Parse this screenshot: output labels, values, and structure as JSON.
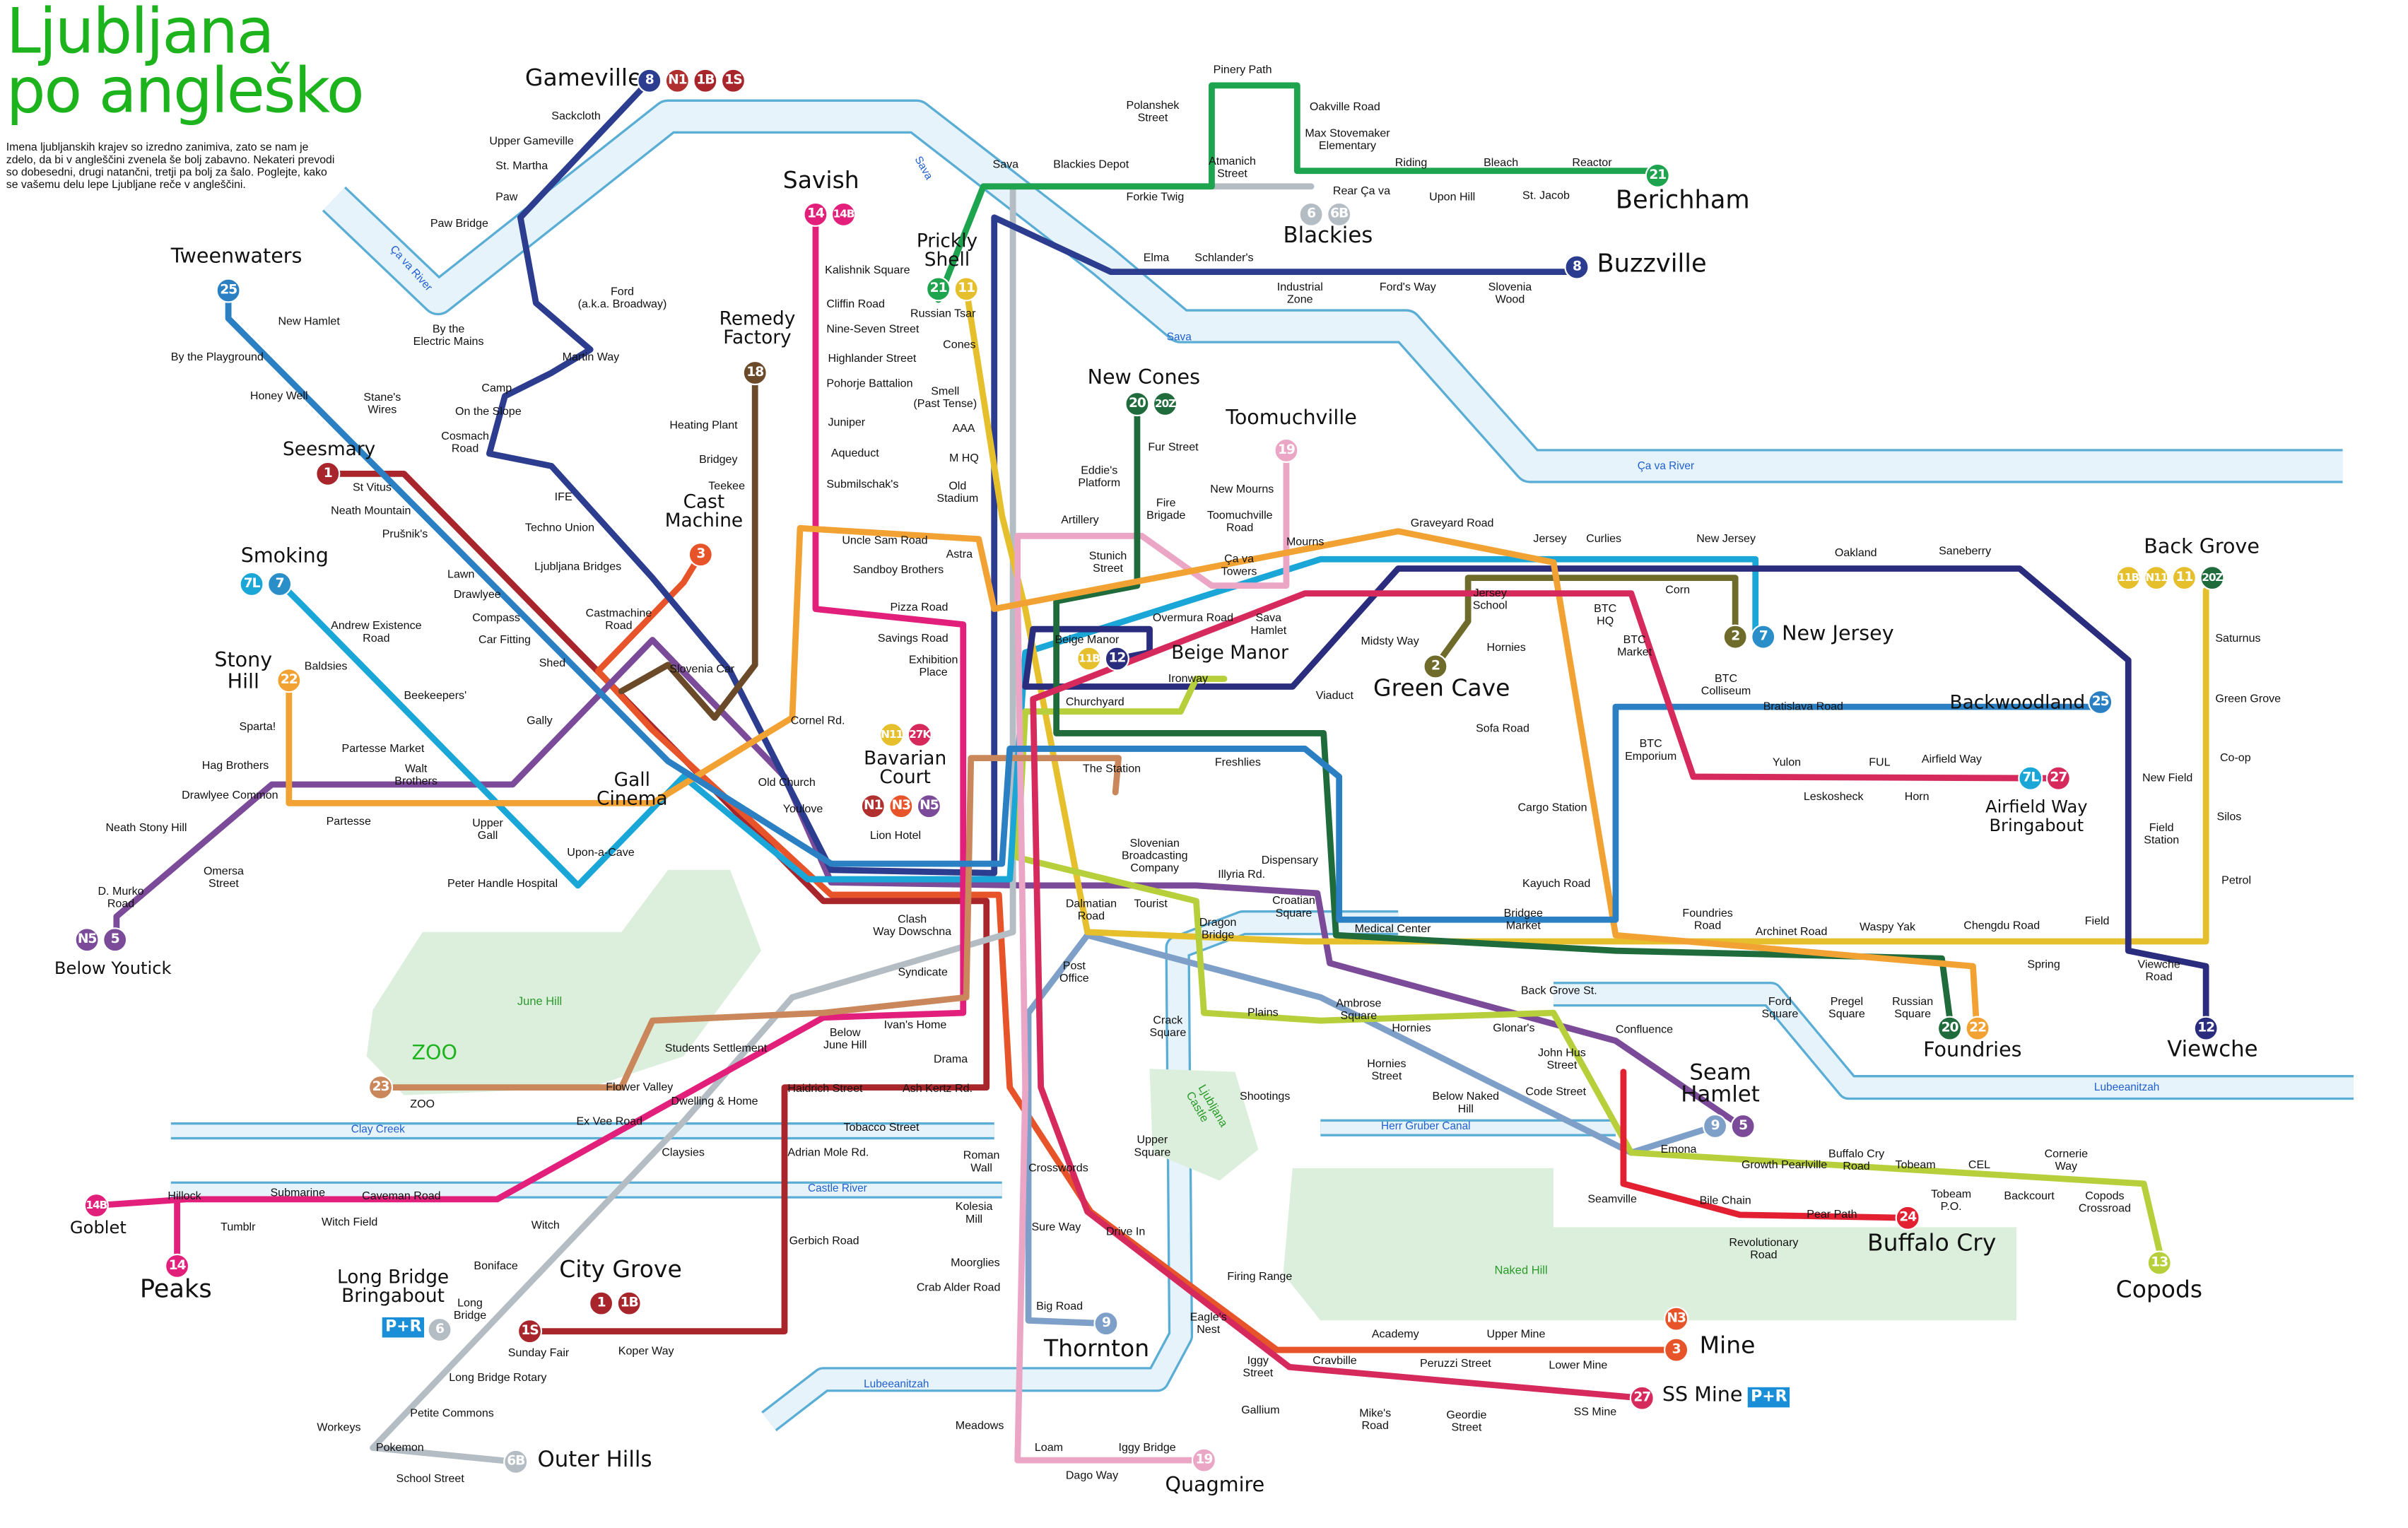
{
  "title": "Ljubljana\npo angleško",
  "intro": "Imena ljubljanskih krajev so izredno zanimiva, zato se nam je zdelo, da bi v angleščini zvenela še bolj zabavno. Nekateri prevodi so dobesedni, drugi natančni, tretji pa bolj za šalo. Poglejte, kako se vašemu delu lepe Ljubljane reče v angleščini.",
  "lines": {
    "1": "#a8262b",
    "2": "#6e6b2b",
    "3": "#e8542a",
    "5": "#7b4a98",
    "6": "#b4bcc4",
    "7": "#1aa7d8",
    "8": "#2c3d90",
    "9": "#7d9fc8",
    "11": "#e6c02c",
    "12": "#2a2c7e",
    "13": "#b6cf3a",
    "14": "#e21f7b",
    "18": "#6b4a2a",
    "19": "#eba6c6",
    "20": "#1f6b3b",
    "21": "#1ea34f",
    "22": "#f2a232",
    "23": "#c9875b",
    "24": "#e22031",
    "25": "#2a80c2",
    "27": "#d62a5c"
  },
  "terminals": [
    {
      "name": "Gameville",
      "badges": [
        [
          {
            "label": "8",
            "color": "#2c3d90"
          },
          {
            "label": "N1",
            "color": "#b03030"
          },
          {
            "label": "1B",
            "color": "#a8262b"
          },
          {
            "label": "1S",
            "color": "#a8262b"
          }
        ]
      ]
    },
    {
      "name": "Tweenwaters",
      "badges": [
        [
          {
            "label": "25",
            "color": "#2a80c2"
          }
        ]
      ]
    },
    {
      "name": "Seesmary",
      "badges": [
        [
          {
            "label": "1",
            "color": "#a8262b"
          }
        ]
      ]
    },
    {
      "name": "Smoking",
      "badges": [
        [
          {
            "label": "7L",
            "color": "#1aa7d8"
          },
          {
            "label": "7",
            "color": "#2a8fc8"
          }
        ]
      ]
    },
    {
      "name": "Stony\nHill",
      "badges": [
        [
          {
            "label": "22",
            "color": "#f2a232"
          }
        ]
      ]
    },
    {
      "name": "Below Youtick",
      "badges": [
        [
          {
            "label": "N5",
            "color": "#7b4a98"
          },
          {
            "label": "5",
            "color": "#7b4a98"
          }
        ]
      ]
    },
    {
      "name": "Savish",
      "badges": [
        [
          {
            "label": "14",
            "color": "#e21f7b"
          },
          {
            "label": "14B",
            "color": "#e21f7b"
          }
        ]
      ]
    },
    {
      "name": "Prickly\nShell",
      "badges": [
        [
          {
            "label": "21",
            "color": "#1ea34f"
          },
          {
            "label": "11",
            "color": "#e6c02c"
          }
        ]
      ]
    },
    {
      "name": "Remedy\nFactory",
      "badges": [
        [
          {
            "label": "18",
            "color": "#6b4a2a"
          }
        ]
      ]
    },
    {
      "name": "Cast\nMachine",
      "badges": [
        [
          {
            "label": "3",
            "color": "#e8542a"
          }
        ]
      ]
    },
    {
      "name": "Gall\nCinema",
      "badges": []
    },
    {
      "name": "Bavarian\nCourt",
      "badges": [
        [
          {
            "label": "N11",
            "color": "#e6c02c"
          },
          {
            "label": "27K",
            "color": "#d62a5c"
          }
        ],
        [
          {
            "label": "N1",
            "color": "#b03030"
          },
          {
            "label": "N3",
            "color": "#e8542a"
          },
          {
            "label": "N5",
            "color": "#7b4a98"
          }
        ]
      ]
    },
    {
      "name": "Blackies",
      "badges": [
        [
          {
            "label": "6",
            "color": "#b4bcc4"
          },
          {
            "label": "6B",
            "color": "#b4bcc4"
          }
        ]
      ]
    },
    {
      "name": "Buzzville",
      "badges": [
        [
          {
            "label": "8",
            "color": "#2c3d90"
          }
        ]
      ]
    },
    {
      "name": "Berichham",
      "badges": [
        [
          {
            "label": "21",
            "color": "#1ea34f"
          }
        ]
      ]
    },
    {
      "name": "New Cones",
      "badges": [
        [
          {
            "label": "20",
            "color": "#1f6b3b"
          },
          {
            "label": "20Z",
            "color": "#1f6b3b"
          }
        ]
      ]
    },
    {
      "name": "Toomuchville",
      "badges": [
        [
          {
            "label": "19",
            "color": "#eba6c6"
          }
        ]
      ]
    },
    {
      "name": "Beige Manor",
      "badges": [
        [
          {
            "label": "11B",
            "color": "#e6c02c"
          },
          {
            "label": "12",
            "color": "#2a2c7e"
          }
        ]
      ]
    },
    {
      "name": "Green Cave",
      "badges": [
        [
          {
            "label": "2",
            "color": "#6e6b2b"
          }
        ]
      ]
    },
    {
      "name": "New Jersey",
      "badges": [
        [
          {
            "label": "2",
            "color": "#6e6b2b"
          },
          {
            "label": "7",
            "color": "#2a8fc8"
          }
        ]
      ]
    },
    {
      "name": "Back Grove",
      "badges": [
        [
          {
            "label": "11B",
            "color": "#e6c02c"
          },
          {
            "label": "N11",
            "color": "#e6c02c"
          },
          {
            "label": "11",
            "color": "#e6c02c"
          },
          {
            "label": "20Z",
            "color": "#1f6b3b"
          }
        ]
      ]
    },
    {
      "name": "Backwoodland",
      "badges": [
        [
          {
            "label": "25",
            "color": "#2a80c2"
          }
        ]
      ]
    },
    {
      "name": "Airfield Way\nBringabout",
      "badges": [
        [
          {
            "label": "7L",
            "color": "#1aa7d8"
          },
          {
            "label": "27",
            "color": "#d62a5c"
          }
        ]
      ]
    },
    {
      "name": "Seam\nHamlet",
      "badges": [
        [
          {
            "label": "9",
            "color": "#7d9fc8"
          },
          {
            "label": "5",
            "color": "#7b4a98"
          }
        ]
      ]
    },
    {
      "name": "Foundries",
      "badges": [
        [
          {
            "label": "20",
            "color": "#1f6b3b"
          },
          {
            "label": "22",
            "color": "#f2a232"
          }
        ]
      ]
    },
    {
      "name": "Viewche",
      "badges": [
        [
          {
            "label": "12",
            "color": "#2a2c7e"
          }
        ]
      ]
    },
    {
      "name": "Buffalo Cry",
      "badges": [
        [
          {
            "label": "24",
            "color": "#e22031"
          }
        ]
      ]
    },
    {
      "name": "Copods",
      "badges": [
        [
          {
            "label": "13",
            "color": "#b6cf3a"
          }
        ]
      ]
    },
    {
      "name": "Mine",
      "badges": [
        [
          {
            "label": "N3",
            "color": "#e8542a"
          }
        ],
        [
          {
            "label": "3",
            "color": "#e8542a"
          }
        ]
      ]
    },
    {
      "name": "SS Mine",
      "badges": [
        [
          {
            "label": "27",
            "color": "#d62a5c"
          }
        ]
      ]
    },
    {
      "name": "Quagmire",
      "badges": [
        [
          {
            "label": "19",
            "color": "#eba6c6"
          }
        ]
      ]
    },
    {
      "name": "Thornton",
      "badges": [
        [
          {
            "label": "9",
            "color": "#7d9fc8"
          }
        ]
      ]
    },
    {
      "name": "Outer Hills",
      "badges": [
        [
          {
            "label": "6B",
            "color": "#b4bcc4"
          }
        ]
      ]
    },
    {
      "name": "City Grove",
      "badges": [
        [
          {
            "label": "1",
            "color": "#a8262b"
          },
          {
            "label": "1B",
            "color": "#a8262b"
          }
        ],
        [
          {
            "label": "1S",
            "color": "#a8262b"
          }
        ]
      ]
    },
    {
      "name": "Long Bridge\nBringabout",
      "badges": [
        [
          {
            "label": "6",
            "color": "#b4bcc4"
          }
        ]
      ]
    },
    {
      "name": "Peaks",
      "badges": [
        [
          {
            "label": "14",
            "color": "#e21f7b"
          }
        ]
      ]
    },
    {
      "name": "Goblet",
      "badges": [
        [
          {
            "label": "14B",
            "color": "#e21f7b"
          }
        ]
      ]
    },
    {
      "name": "ZOO",
      "badges": [
        [
          {
            "label": "23",
            "color": "#c9875b"
          }
        ]
      ]
    }
  ],
  "pr_label": "P+R",
  "stations": {
    "sackcloth": "Sackcloth",
    "upper_gameville": "Upper Gameville",
    "st_martha": "St. Martha",
    "paw": "Paw",
    "paw_bridge": "Paw Bridge",
    "ford": "Ford\n(a.k.a. Broadway)",
    "electric_mains": "By the\nElectric Mains",
    "martin_way": "Martin Way",
    "camp": "Camp",
    "on_the_slope": "On the Slope",
    "cosmach": "Cosmach\nRoad",
    "ife": "IFE",
    "techno_union": "Techno Union",
    "lj_bridges": "Ljubljana Bridges",
    "castmachine_road": "Castmachine\nRoad",
    "shed": "Shed",
    "gally": "Gally",
    "car_fitting": "Car Fitting",
    "compass": "Compass",
    "drawlyee": "Drawlyee",
    "lawn": "Lawn",
    "beekeepers": "Beekeepers'",
    "partesse_market": "Partesse Market",
    "walt_brothers": "Walt\nBrothers",
    "upper_gall": "Upper\nGall",
    "upon_a_cave": "Upon-a-Cave",
    "peter_handle": "Peter Handle Hospital",
    "new_hamlet": "New Hamlet",
    "by_playground": "By the Playground",
    "honey_well": "Honey Well",
    "stanes_wires": "Stane's\nWires",
    "st_vitus": "St Vitus",
    "neath_mountain": "Neath Mountain",
    "prusnik": "Prušnik's",
    "andrew_existence": "Andrew Existence\nRoad",
    "baldsies": "Baldsies",
    "sparta": "Sparta!",
    "hag_brothers": "Hag Brothers",
    "drawlyee_common": "Drawlyee Common",
    "partesse": "Partesse",
    "neath_stony_hill": "Neath Stony Hill",
    "d_murko": "D. Murko\nRoad",
    "omersa": "Omersa\nStreet",
    "kalishnik": "Kalishnik Square",
    "cliffin": "Cliffin Road",
    "nine_seven": "Nine-Seven Street",
    "highlander": "Highlander Street",
    "pohorje": "Pohorje Battalion",
    "juniper": "Juniper",
    "aqueduct": "Aqueduct",
    "submilschak": "Submilschak's",
    "uncle_sam": "Uncle Sam Road",
    "sandboy": "Sandboy Brothers",
    "pizza_road": "Pizza Road",
    "savings_road": "Savings Road",
    "exhibition": "Exhibition\nPlace",
    "russian_tsar": "Russian Tsar",
    "cones": "Cones",
    "smell": "Smell\n(Past Tense)",
    "aaa": "AAA",
    "m_hq": "M HQ",
    "old_stadium": "Old\nStadium",
    "astra": "Astra",
    "heating_plant": "Heating Plant",
    "bridgey": "Bridgey",
    "teekee": "Teekee",
    "slovenia_car": "Slovenia Car",
    "cornel_rd": "Cornel Rd.",
    "old_church": "Old Church",
    "youlove": "Youlove",
    "lion_hotel": "Lion Hotel",
    "pinery_path": "Pinery Path",
    "polanshek": "Polanshek\nStreet",
    "oakville": "Oakville Road",
    "max_stovemaker": "Max Stovemaker\nElementary",
    "riding": "Riding",
    "bleach": "Bleach",
    "reactor": "Reactor",
    "rear_cava": "Rear Ça va",
    "upon_hill": "Upon Hill",
    "st_jacob": "St. Jacob",
    "sava_st": "Sava",
    "blackies_depot": "Blackies Depot",
    "atmanich": "Atmanich\nStreet",
    "forkie_twig": "Forkie Twig",
    "elma": "Elma",
    "schlanders": "Schlander's",
    "industrial_zone": "Industrial\nZone",
    "fords_way": "Ford's Way",
    "slovenia_wood": "Slovenia\nWood",
    "fur_street": "Fur Street",
    "eddies_platform": "Eddie's\nPlatform",
    "fire_brigade": "Fire\nBrigade",
    "artillery": "Artillery",
    "new_mourns": "New Mourns",
    "toomuchville_road": "Toomuchville\nRoad",
    "mourns": "Mourns",
    "stunich": "Stunich\nStreet",
    "cava_towers": "Ça va\nTowers",
    "overmura": "Overmura Road",
    "sava_hamlet": "Sava\nHamlet",
    "beige_manor_small": "Beige Manor",
    "ironway": "Ironway",
    "churchyard": "Churchyard",
    "freshlies": "Freshlies",
    "the_station": "The Station",
    "broadcasting": "Slovenian\nBroadcasting\nCompany",
    "dispensary": "Dispensary",
    "illyria": "Illyria Rd.",
    "croatian_square": "Croatian\nSquare",
    "dalmatian": "Dalmatian\nRoad",
    "tourist": "Tourist",
    "dragon_bridge": "Dragon\nBridge",
    "clash_way": "Clash\nWay Dowschna",
    "syndicate": "Syndicate",
    "ivans_home": "Ivan's Home",
    "below_june_hill": "Below\nJune Hill",
    "students_settlement": "Students Settlement",
    "drama": "Drama",
    "post_office": "Post\nOffice",
    "crack_square": "Crack\nSquare",
    "plains": "Plains",
    "medical_center": "Medical Center",
    "ambrose": "Ambrose\nSquare",
    "hornies_a": "Hornies",
    "glonars": "Glonar's",
    "back_grove_st": "Back Grove St.",
    "confluence": "Confluence",
    "john_hus": "John Hus\nStreet",
    "hornies_street": "Hornies\nStreet",
    "code_street": "Code Street",
    "below_naked_hill": "Below Naked\nHill",
    "shootings": "Shootings",
    "upper_square": "Upper\nSquare",
    "crosswords": "Crosswords",
    "roman_wall": "Roman\nWall",
    "kolesia_mill": "Kolesia\nMill",
    "sure_way": "Sure Way",
    "drive_in": "Drive In",
    "moorglies": "Moorglies",
    "crab_alder": "Crab Alder Road",
    "big_road": "Big Road",
    "firing_range": "Firing Range",
    "eagles_nest": "Eagle's\nNest",
    "iggy_street": "Iggy\nStreet",
    "gallium": "Gallium",
    "cravbille": "Cravbille",
    "mikes_road": "Mike's\nRoad",
    "geordie": "Geordie\nStreet",
    "academy": "Academy",
    "upper_mine": "Upper Mine",
    "peruzzi": "Peruzzi Street",
    "lower_mine": "Lower Mine",
    "ss_mine_small": "SS Mine",
    "loam": "Loam",
    "iggy_bridge": "Iggy Bridge",
    "dago_way": "Dago Way",
    "meadows": "Meadows",
    "flower_valley": "Flower Valley",
    "dwelling": "Dwelling & Home",
    "haidrich": "Haidrich Street",
    "ash_kertz": "Ash Kertz Rd.",
    "ex_vee": "Ex Vee Road",
    "tobacco": "Tobacco Street",
    "claysies": "Claysies",
    "adrian_mole": "Adrian Mole Rd.",
    "hillock": "Hillock",
    "submarine": "Submarine",
    "caveman": "Caveman Road",
    "tumblr": "Tumblr",
    "witch_field": "Witch Field",
    "witch": "Witch",
    "gerbich": "Gerbich Road",
    "boniface": "Boniface",
    "long_bridge": "Long\nBridge",
    "sunday_fair": "Sunday Fair",
    "koper_way": "Koper Way",
    "lb_rotary": "Long Bridge Rotary",
    "petite_commons": "Petite Commons",
    "workeys": "Workeys",
    "pokemon": "Pokemon",
    "school_street": "School Street",
    "zoo_small": "ZOO",
    "graveyard": "Graveyard Road",
    "jersey": "Jersey",
    "curlies": "Curlies",
    "new_jersey_small": "New Jersey",
    "oakland": "Oakland",
    "saneberry": "Saneberry",
    "corn": "Corn",
    "jersey_school": "Jersey\nSchool",
    "hornies_b": "Hornies",
    "btc_hq": "BTC\nHQ",
    "btc_market": "BTC\nMarket",
    "btc_colliseum": "BTC\nColliseum",
    "btc_emporium": "BTC\nEmporium",
    "midsty_way": "Midsty Way",
    "viaduct": "Viaduct",
    "sofa_road": "Sofa Road",
    "cargo_station": "Cargo Station",
    "kayuch": "Kayuch Road",
    "bridgee_market": "Bridgee\nMarket",
    "foundries_road": "Foundries\nRoad",
    "archinet": "Archinet Road",
    "waspy_yak": "Waspy Yak",
    "chengdu": "Chengdu Road",
    "field": "Field",
    "spring": "Spring",
    "bratislava": "Bratislava Road",
    "yulon": "Yulon",
    "ful": "FUL",
    "airfield_way_small": "Airfield Way",
    "leskosheck": "Leskosheck",
    "horn": "Horn",
    "saturnus": "Saturnus",
    "green_grove": "Green Grove",
    "co_op": "Co-op",
    "silos": "Silos",
    "petrol": "Petrol",
    "new_field": "New Field",
    "field_station": "Field\nStation",
    "viewche_road": "Viewche\nRoad",
    "ford_square": "Ford\nSquare",
    "pregel_square": "Pregel\nSquare",
    "russian_square": "Russian\nSquare",
    "emona": "Emona",
    "growth_pearlville": "Growth Pearlville",
    "buffalo_cry_road": "Buffalo Cry\nRoad",
    "tobeam": "Tobeam",
    "cel": "CEL",
    "tobeam_po": "Tobeam\nP.O.",
    "backcourt": "Backcourt",
    "cornerie": "Cornerie\nWay",
    "copods_crossroad": "Copods\nCrossroad",
    "seamville": "Seamville",
    "bile_chain": "Bile Chain",
    "revolutionary": "Revolutionary\nRoad",
    "pear_path": "Pear Path"
  },
  "rivers": {
    "sava_1": "Sava",
    "cava_1": "Ça va River",
    "sava_2": "Sava",
    "cava_2": "Ça va River",
    "lub_1": "Lubeeanitzah",
    "herr_gruber": "Herr Gruber Canal",
    "clay_creek": "Clay Creek",
    "castle_river": "Castle River",
    "lub_2": "Lubeeanitzah"
  },
  "parks": {
    "june_hill": "June Hill",
    "naked_hill": "Naked Hill",
    "castle": "Ljubljana\nCastle"
  }
}
